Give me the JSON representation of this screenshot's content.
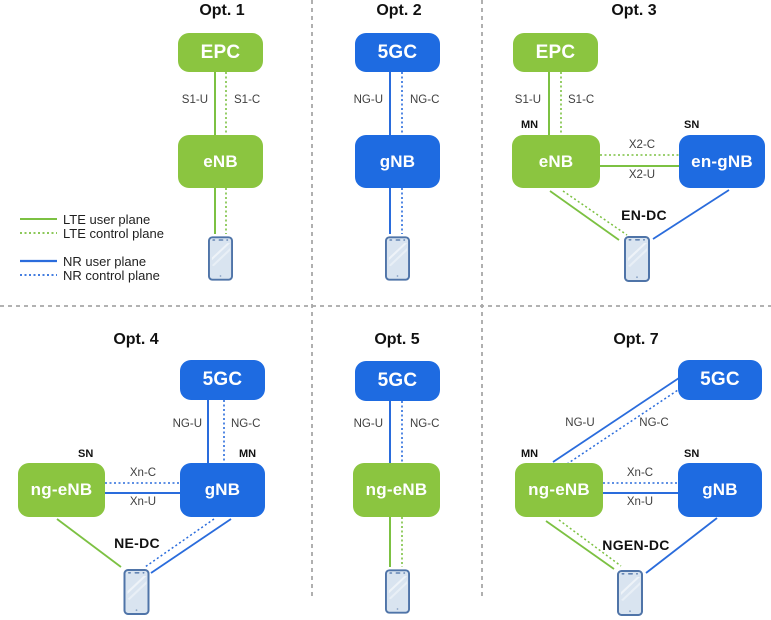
{
  "colors": {
    "lte_green": "#7CC142",
    "nr_blue": "#2A6CDC",
    "box_green": "#8BC540",
    "box_blue": "#1E6BE1",
    "divider_gray": "#A8A8A8",
    "link_label_gray": "#3F3F3F",
    "ue_border_blue": "#4F74A8",
    "ue_screen_blue": "#D9E4F0"
  },
  "legend": {
    "items": [
      {
        "label": "LTE user plane",
        "style": "solid",
        "color": "#7CC142"
      },
      {
        "label": "LTE control plane",
        "style": "dotted",
        "color": "#7CC142"
      },
      {
        "label": "NR user plane",
        "style": "solid",
        "color": "#2A6CDC"
      },
      {
        "label": "NR control plane",
        "style": "dotted",
        "color": "#2A6CDC"
      }
    ]
  },
  "panels": [
    {
      "title": "Opt. 1",
      "core": "EPC",
      "ran": "eNB",
      "user_link": "S1-U",
      "control_link": "S1-C"
    },
    {
      "title": "Opt. 2",
      "core": "5GC",
      "ran": "gNB",
      "user_link": "NG-U",
      "control_link": "NG-C"
    },
    {
      "title": "Opt. 3",
      "core": "EPC",
      "master_node": "eNB",
      "secondary_node": "en-gNB",
      "user_link": "S1-U",
      "control_link": "S1-C",
      "inter_control": "X2-C",
      "inter_user": "X2-U",
      "master_role": "MN",
      "secondary_role": "SN",
      "dc_label": "EN-DC"
    },
    {
      "title": "Opt. 4",
      "core": "5GC",
      "master_node": "gNB",
      "secondary_node": "ng-eNB",
      "user_link": "NG-U",
      "control_link": "NG-C",
      "inter_control": "Xn-C",
      "inter_user": "Xn-U",
      "master_role": "MN",
      "secondary_role": "SN",
      "dc_label": "NE-DC"
    },
    {
      "title": "Opt. 5",
      "core": "5GC",
      "ran": "ng-eNB",
      "user_link": "NG-U",
      "control_link": "NG-C"
    },
    {
      "title": "Opt. 7",
      "core": "5GC",
      "master_node": "ng-eNB",
      "secondary_node": "gNB",
      "user_link": "NG-U",
      "control_link": "NG-C",
      "inter_control": "Xn-C",
      "inter_user": "Xn-U",
      "master_role": "MN",
      "secondary_role": "SN",
      "dc_label": "NGEN-DC"
    }
  ]
}
